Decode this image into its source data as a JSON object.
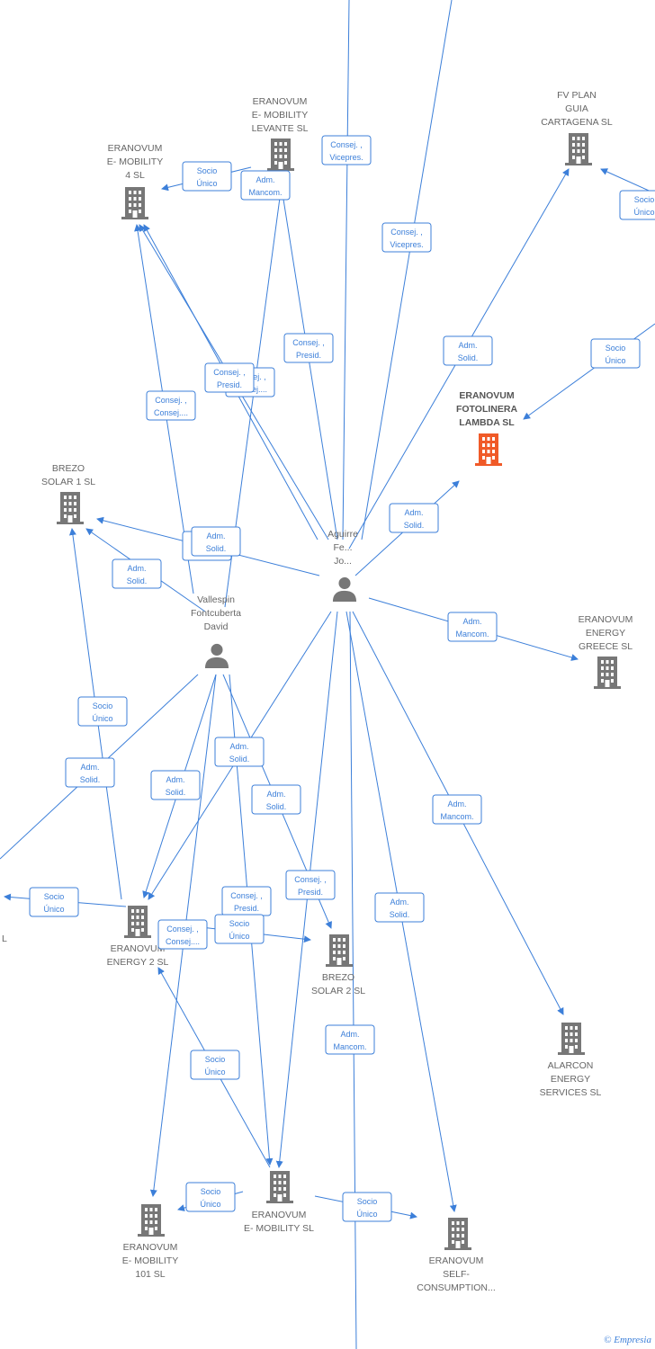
{
  "colors": {
    "edge": "#3c7fd9",
    "company": "#777777",
    "focus_company": "#f05a28",
    "person": "#777777"
  },
  "nodes": [
    {
      "id": "eranovum_4",
      "type": "company",
      "label": [
        "ERANOVUM",
        "E- MOBILITY",
        "4  SL"
      ]
    },
    {
      "id": "eranovum_levante",
      "type": "company",
      "label": [
        "ERANOVUM",
        "E- MOBILITY",
        "LEVANTE  SL"
      ]
    },
    {
      "id": "fv_plan",
      "type": "company",
      "label": [
        "FV PLAN",
        "GUIA",
        "CARTAGENA  SL"
      ]
    },
    {
      "id": "lambda",
      "type": "company",
      "focus": true,
      "label": [
        "ERANOVUM",
        "FOTOLINERA",
        "LAMBDA  SL"
      ]
    },
    {
      "id": "brezo1",
      "type": "company",
      "label": [
        "BREZO",
        "SOLAR 1  SL"
      ]
    },
    {
      "id": "aguirre",
      "type": "person",
      "label": [
        "Aguirre",
        "Fe...",
        "Jo..."
      ]
    },
    {
      "id": "vallespin",
      "type": "person",
      "label": [
        "Vallespin",
        "Fontcuberta",
        "David"
      ]
    },
    {
      "id": "greece",
      "type": "company",
      "label": [
        "ERANOVUM",
        "ENERGY",
        "GREECE  SL"
      ]
    },
    {
      "id": "energy2",
      "type": "company",
      "label": [
        "ERANOVUM",
        "ENERGY 2  SL"
      ]
    },
    {
      "id": "brezo2",
      "type": "company",
      "label": [
        "BREZO",
        "SOLAR 2  SL"
      ]
    },
    {
      "id": "alarcon",
      "type": "company",
      "label": [
        "ALARCON",
        "ENERGY",
        "SERVICES  SL"
      ]
    },
    {
      "id": "emobility",
      "type": "company",
      "label": [
        "ERANOVUM",
        "E- MOBILITY  SL"
      ]
    },
    {
      "id": "emob101",
      "type": "company",
      "label": [
        "ERANOVUM",
        "E- MOBILITY",
        "101  SL"
      ]
    },
    {
      "id": "selfcons",
      "type": "company",
      "label": [
        "ERANOVUM",
        "SELF-",
        "CONSUMPTION..."
      ]
    },
    {
      "id": "left_partial",
      "type": "company",
      "label": [
        "L"
      ]
    }
  ],
  "edges": [
    {
      "label": [
        "Socio",
        "Único"
      ]
    },
    {
      "label": [
        "Adm.",
        "Mancom."
      ]
    },
    {
      "label": [
        "Consej. ,",
        "Vicepres."
      ]
    },
    {
      "label": [
        "Consej. ,",
        "Vicepres."
      ]
    },
    {
      "label": [
        "Socio",
        "Único"
      ]
    },
    {
      "label": [
        "Adm.",
        "Solid."
      ]
    },
    {
      "label": [
        "Socio",
        "Único"
      ]
    },
    {
      "label": [
        "Consej. ,",
        "Presid."
      ]
    },
    {
      "label": [
        "Consej. ,",
        "Consej...."
      ]
    },
    {
      "label": [
        "Consej. ,",
        "Presid."
      ]
    },
    {
      "label": [
        "Consej. ,",
        "Consej...."
      ]
    },
    {
      "label": [
        "Adm.",
        "Solid."
      ]
    },
    {
      "label": [
        "Adm.",
        "Solid."
      ]
    },
    {
      "label": [
        "Adm.",
        "Solid."
      ]
    },
    {
      "label": [
        "Adm.",
        "Solid."
      ]
    },
    {
      "label": [
        "Adm.",
        "Mancom."
      ]
    },
    {
      "label": [
        "Socio",
        "Único"
      ]
    },
    {
      "label": [
        "Adm.",
        "Solid."
      ]
    },
    {
      "label": [
        "Adm.",
        "Solid."
      ]
    },
    {
      "label": [
        "Adm.",
        "Solid."
      ]
    },
    {
      "label": [
        "Adm.",
        "Solid."
      ]
    },
    {
      "label": [
        "Adm.",
        "Mancom."
      ]
    },
    {
      "label": [
        "Socio",
        "Único"
      ]
    },
    {
      "label": [
        "Consej. ,",
        "Presid."
      ]
    },
    {
      "label": [
        "Consej. ,",
        "Presid."
      ]
    },
    {
      "label": [
        "Consej. ,",
        "Consej...."
      ]
    },
    {
      "label": [
        "Socio",
        "Único"
      ]
    },
    {
      "label": [
        "Adm.",
        "Solid."
      ]
    },
    {
      "label": [
        "Adm.",
        "Mancom."
      ]
    },
    {
      "label": [
        "Socio",
        "Único"
      ]
    },
    {
      "label": [
        "Socio",
        "Único"
      ]
    },
    {
      "label": [
        "Socio",
        "Único"
      ]
    }
  ],
  "watermark": {
    "symbol": "©",
    "brand": "Empresia"
  }
}
